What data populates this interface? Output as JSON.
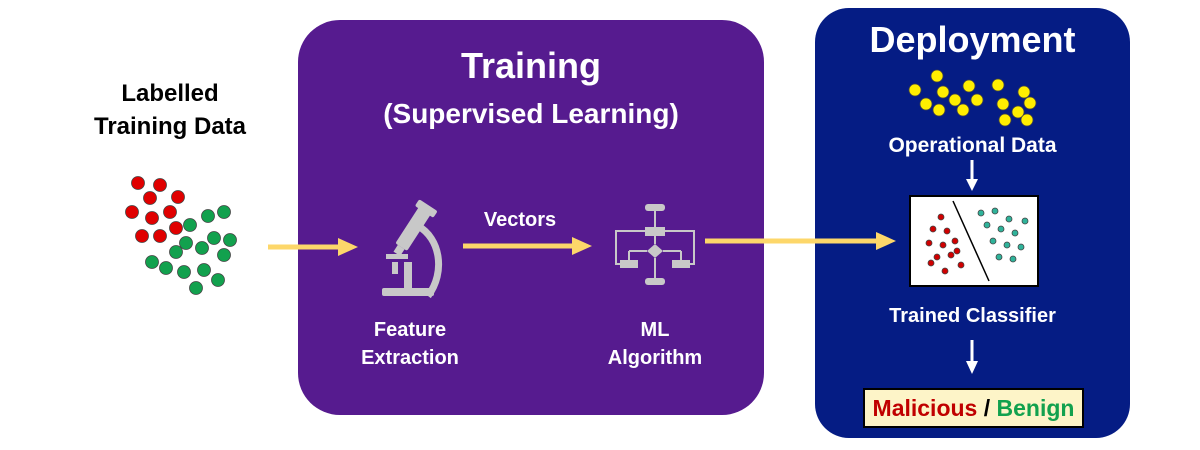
{
  "labelled_data": {
    "title_line1": "Labelled",
    "title_line2": "Training Data"
  },
  "training": {
    "title": "Training",
    "subtitle": "(Supervised Learning)",
    "feature_extraction": {
      "line1": "Feature",
      "line2": "Extraction",
      "icon": "microscope-icon"
    },
    "vectors_label": "Vectors",
    "ml_algorithm": {
      "line1": "ML",
      "line2": "Algorithm",
      "icon": "flowchart-icon"
    }
  },
  "deployment": {
    "title": "Deployment",
    "operational_data": "Operational Data",
    "trained_classifier": "Trained Classifier",
    "classifier_icon": "scatter-classifier-icon",
    "verdict": {
      "malicious": "Malicious",
      "separator": " / ",
      "benign": "Benign"
    }
  },
  "colors": {
    "training_bg": "#561b8f",
    "deployment_bg": "#051c84",
    "arrow": "#fdd76a",
    "red_dot": "#e00000",
    "green_dot": "#12a14e",
    "yellow_dot": "#ffee00",
    "teal_dot": "#2fb39a",
    "malicious_text": "#c00000",
    "benign_text": "#12a14e",
    "icon_grey": "#c8c8c8"
  }
}
